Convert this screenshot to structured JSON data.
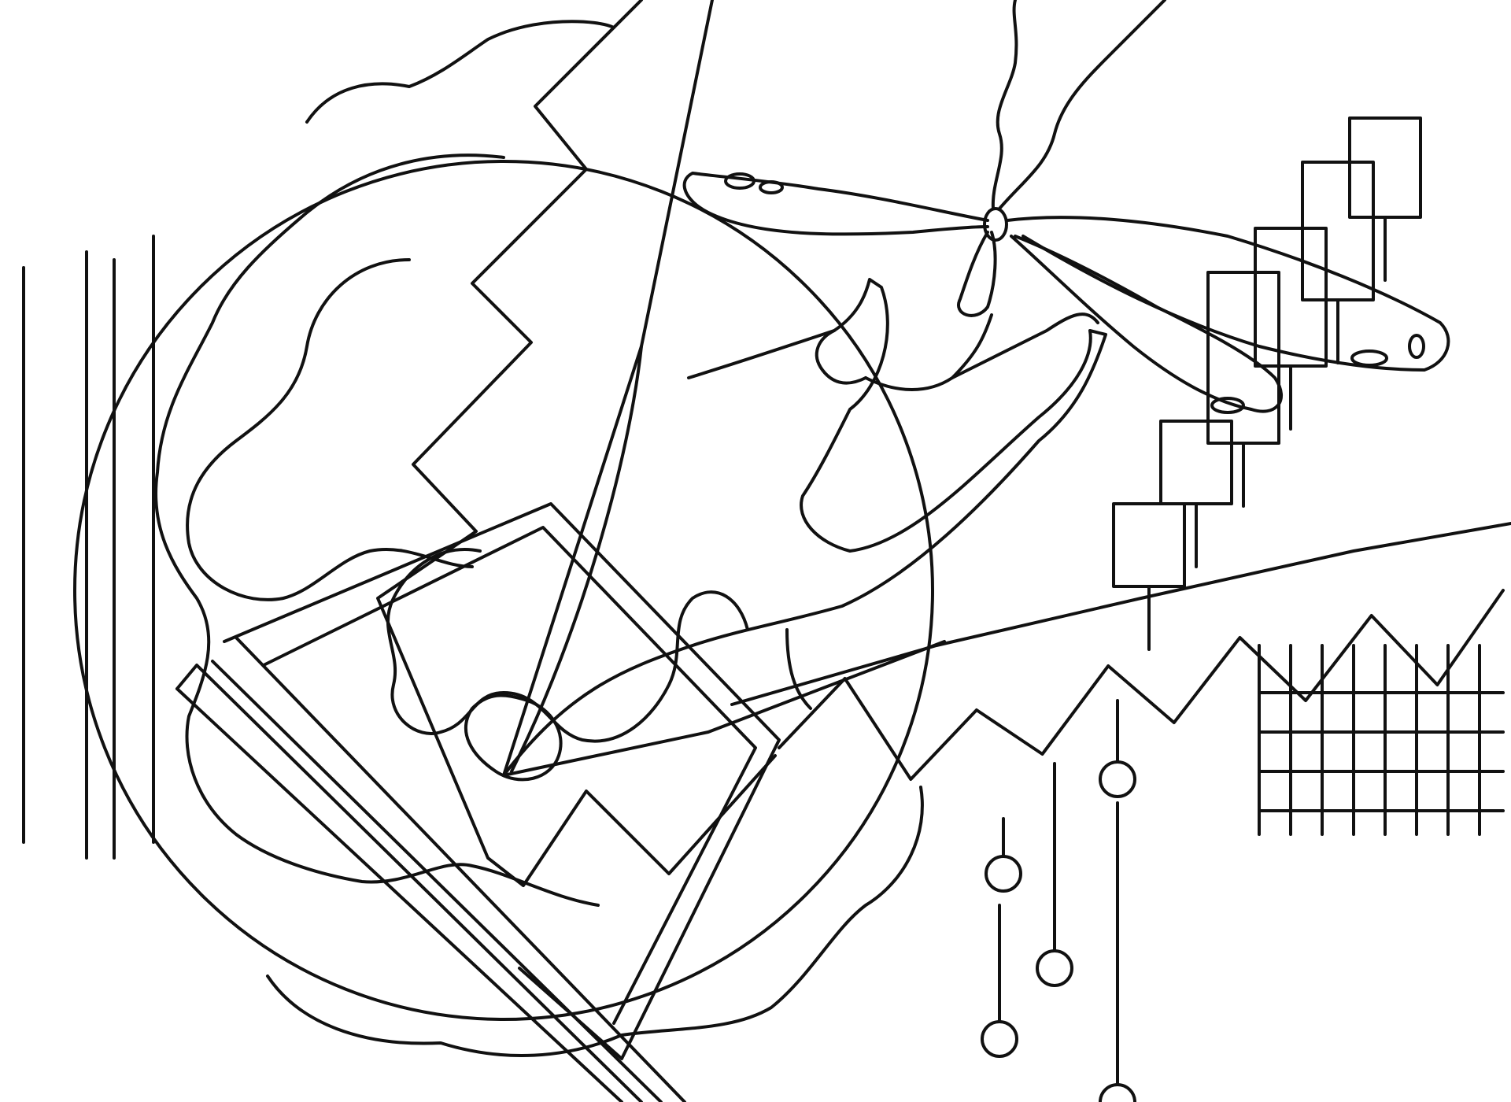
{
  "artwork": {
    "style": "black line-art coloring page, no text",
    "colors": {
      "ink": "#111111",
      "paper": "#ffffff"
    },
    "motifs": [
      "globe",
      "lightning-bolt",
      "hand",
      "butterfly",
      "candlestick-chart",
      "rising-trend-line",
      "zigzag-market-line",
      "grid-bars",
      "hanging-circles",
      "vertical-lines"
    ]
  },
  "chart_data": {
    "type": "bar",
    "candles": [
      {
        "open": 0.3,
        "close": 0.15
      },
      {
        "open": 0.45,
        "close": 0.3
      },
      {
        "open": 0.72,
        "close": 0.41
      },
      {
        "open": 0.8,
        "close": 0.55
      },
      {
        "open": 0.92,
        "close": 0.67
      },
      {
        "open": 1.0,
        "close": 0.82
      }
    ],
    "zigzag": [
      0.4,
      0.62,
      0.3,
      0.52,
      0.38,
      0.66,
      0.48,
      0.75,
      0.55,
      0.82,
      0.6,
      0.9
    ]
  }
}
